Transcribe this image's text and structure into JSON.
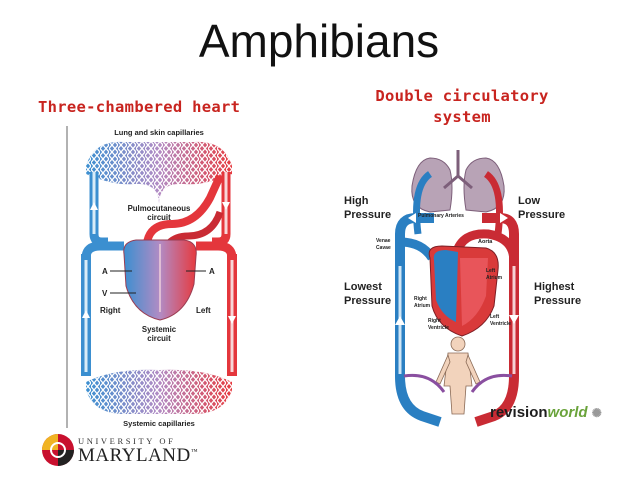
{
  "title": "Amphibians",
  "left_heading": "Three-chambered heart",
  "right_heading_line1": "Double circulatory",
  "right_heading_line2": "system",
  "left_diagram": {
    "top_label": "Lung and skin capillaries",
    "pulmo_line1": "Pulmocutaneous",
    "pulmo_line2": "circuit",
    "atrium_left": "A",
    "atrium_right": "A",
    "ventricle": "V",
    "side_right": "Right",
    "side_left": "Left",
    "systemic_line1": "Systemic",
    "systemic_line2": "circuit",
    "bottom_label": "Systemic capillaries"
  },
  "right_diagram": {
    "high_line1": "High",
    "high_line2": "Pressure",
    "low_line1": "Low",
    "low_line2": "Pressure",
    "pulmonary_arteries": "Pulmonary Arteries",
    "venae_line1": "Venae",
    "venae_line2": "Cavae",
    "aorta": "Aorta",
    "left_atrium_line1": "Left",
    "left_atrium_line2": "Atrium",
    "lowest_line1": "Lowest",
    "lowest_line2": "Pressure",
    "highest_line1": "Highest",
    "highest_line2": "Pressure",
    "right_atrium_line1": "Right",
    "right_atrium_line2": "Atrium",
    "right_ventricle_line1": "Right",
    "right_ventricle_line2": "Ventricle",
    "left_ventricle_line1": "Left",
    "left_ventricle_line2": "Ventricle"
  },
  "watermark_bold": "revision",
  "watermark_italic": "world",
  "logo": {
    "top": "UNIVERSITY OF",
    "main": "MARYLAND",
    "tm": "™"
  },
  "colors": {
    "heading_red": "#c8241f",
    "oxygenated": "#d9262f",
    "deoxygenated": "#2a7fc2"
  }
}
